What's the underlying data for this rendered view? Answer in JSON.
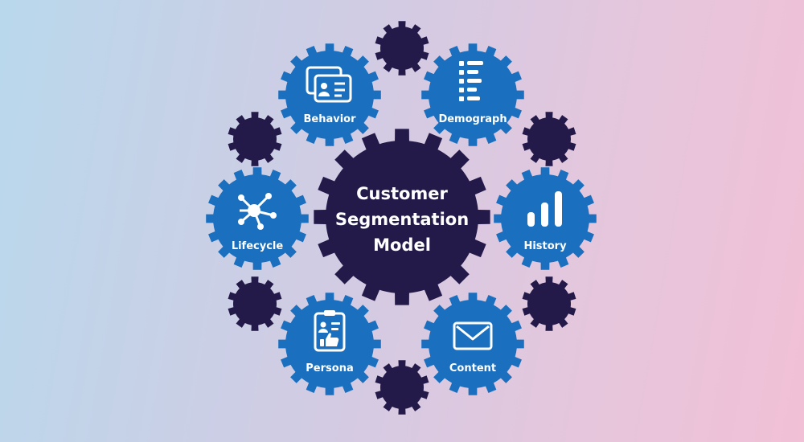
{
  "center": {
    "title_line1": "Customer",
    "title_line2": "Segmentation",
    "title_line3": "Model"
  },
  "segments": [
    {
      "id": "behavior",
      "label": "Behavior",
      "icon": "profile-cards-icon"
    },
    {
      "id": "demograph",
      "label": "Demograph",
      "icon": "list-icon"
    },
    {
      "id": "history",
      "label": "History",
      "icon": "bar-chart-icon"
    },
    {
      "id": "content",
      "label": "Content",
      "icon": "envelope-icon"
    },
    {
      "id": "persona",
      "label": "Persona",
      "icon": "clipboard-thumbs-up-icon"
    },
    {
      "id": "lifecycle",
      "label": "Lifecycle",
      "icon": "network-icon"
    }
  ],
  "colors": {
    "center_gear": "#231a4a",
    "segment_gear": "#1a6fbe",
    "small_gear": "#231a4a",
    "icon": "#ffffff"
  }
}
